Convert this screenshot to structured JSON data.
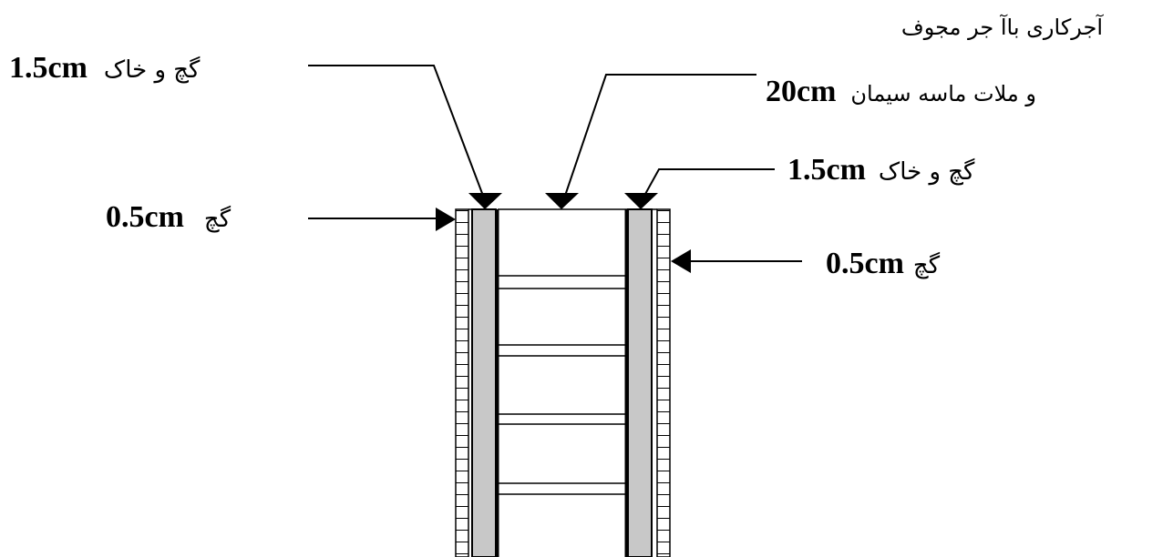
{
  "labels": {
    "top_left": {
      "value": "1.5cm",
      "text": "گچ و خاک"
    },
    "left_inner": {
      "value": "0.5cm",
      "text": "گچ"
    },
    "center_line1": "آجرکاری باآ جر مجوف",
    "center_line2": {
      "text": "و ملات ماسه سیمان",
      "value": "20cm"
    },
    "right_upper": {
      "value": "1.5cm",
      "text": "گچ و خاک"
    },
    "right_inner": {
      "value": "0.5cm",
      "text": "گچ"
    }
  },
  "colors": {
    "plaster_layer": "#c8c8c8",
    "line": "#000000",
    "background": "#ffffff"
  }
}
